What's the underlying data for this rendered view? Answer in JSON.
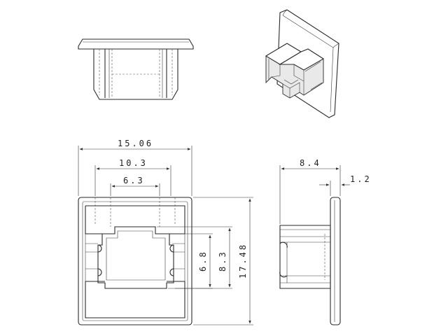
{
  "dimensions": {
    "overall_width": "15.06",
    "middle_width": "10.3",
    "inner_width": "6.3",
    "inner_height_small": "6.8",
    "inner_height_large": "8.3",
    "overall_height": "17.48",
    "side_depth": "8.4",
    "flange_thickness": "1.2"
  },
  "colors": {
    "line": "#2a2a2a",
    "background": "#ffffff"
  }
}
